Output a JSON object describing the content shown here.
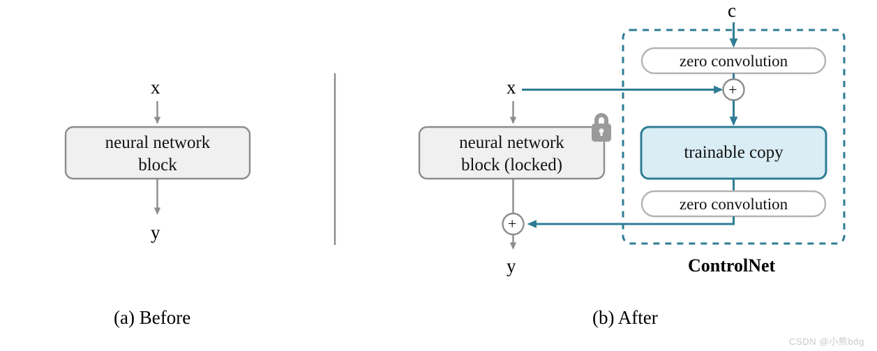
{
  "figure": {
    "panels": [
      {
        "id": "before",
        "caption": "(a) Before",
        "input_label": "x",
        "output_label": "y",
        "block_label": "neural network\nblock",
        "block_line1": "neural network",
        "block_line2": "block"
      },
      {
        "id": "after",
        "caption": "(b) After",
        "input_label": "x",
        "output_label": "y",
        "condition_label": "c",
        "block_line1": "neural network",
        "block_line2": "block (locked)",
        "lock_icon": "lock-icon",
        "controlnet_label": "ControlNet",
        "zero_conv_top": "zero convolution",
        "trainable_copy": "trainable copy",
        "zero_conv_bottom": "zero convolution",
        "add_symbol": "+"
      }
    ]
  },
  "colors": {
    "teal": "#2e7d95",
    "gray_stroke": "#8c8c8c",
    "gray_light_stroke": "#b3b3b3",
    "block_fill": "#f0f0f0",
    "trainable_fill": "#daedf5",
    "lock_gray": "#9a9a9a",
    "text": "#111111",
    "watermark": "#c9c9c9",
    "divider": "#8a8a8a"
  },
  "watermark": "CSDN @小熊bdg"
}
